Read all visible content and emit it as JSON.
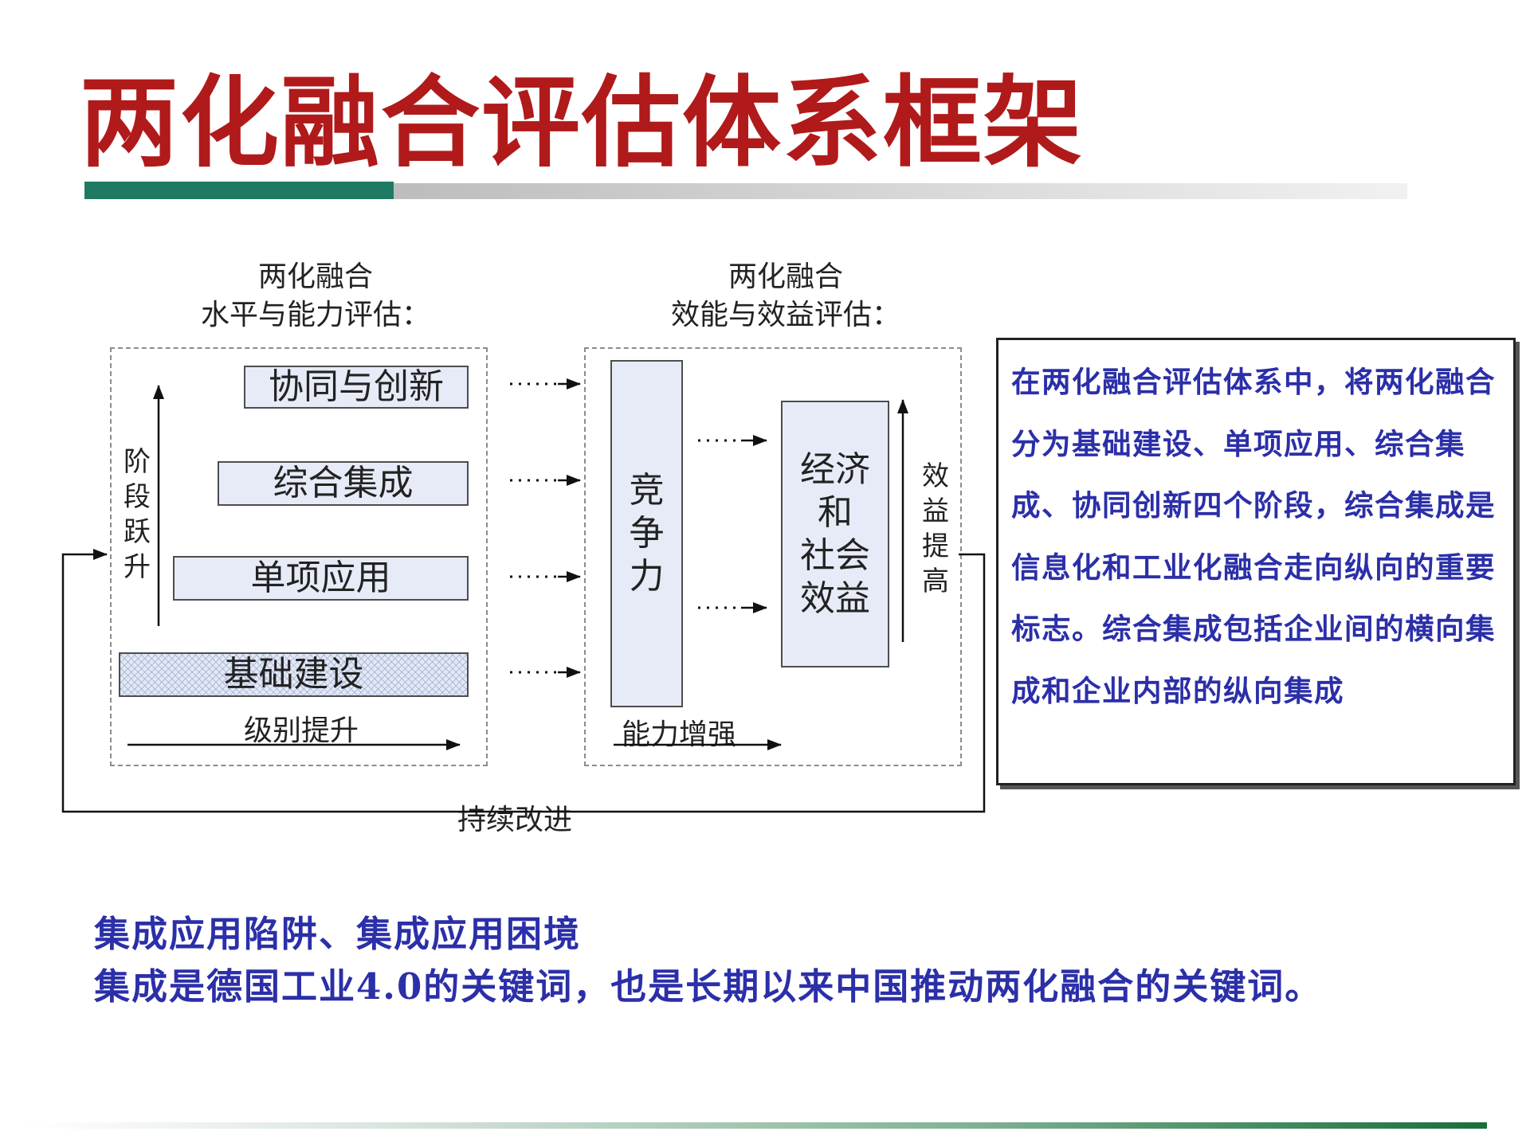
{
  "title": "两化融合评估体系框架",
  "colors": {
    "title": "#b01a1a",
    "accent_green": "#1f7a63",
    "body_blue": "#2b2fa8",
    "box_fill": "#e6ebf7"
  },
  "diagram": {
    "left_panel": {
      "caption_line1": "两化融合",
      "caption_line2": "水平与能力评估：",
      "stages": [
        "协同与创新",
        "综合集成",
        "单项应用",
        "基础建设"
      ],
      "vertical_label": [
        "阶",
        "段",
        "跃",
        "升"
      ],
      "bottom_label": "级别提升"
    },
    "right_panel": {
      "caption_line1": "两化融合",
      "caption_line2": "效能与效益评估：",
      "competitiveness": [
        "竞",
        "争",
        "力"
      ],
      "benefits": [
        "经济",
        "和",
        "社会",
        "效益"
      ],
      "vertical_label": [
        "效",
        "益",
        "提",
        "高"
      ],
      "bottom_label": "能力增强"
    },
    "feedback_label": "持续改进"
  },
  "note_text": "在两化融合评估体系中，将两化融合分为基础建设、单项应用、综合集成、协同创新四个阶段，综合集成是信息化和工业化融合走向纵向的重要标志。综合集成包括企业间的横向集成和企业内部的纵向集成",
  "bottom_lines": [
    "集成应用陷阱、集成应用困境",
    "集成是德国工业4.0的关键词，也是长期以来中国推动两化融合的关键词。"
  ]
}
